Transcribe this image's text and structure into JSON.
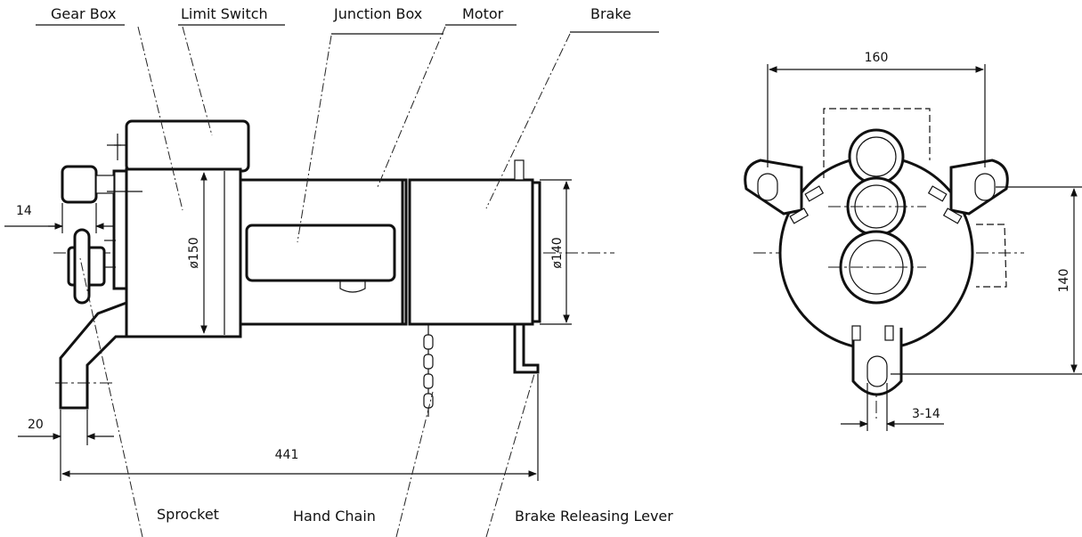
{
  "labels": {
    "gear_box": "Gear Box",
    "limit_switch": "Limit Switch",
    "junction_box": "Junction Box",
    "motor": "Motor",
    "brake": "Brake",
    "sprocket": "Sprocket",
    "hand_chain": "Hand Chain",
    "brake_releasing_lever": "Brake Releasing Lever"
  },
  "dimensions": {
    "d150": "ø150",
    "d140": "ø140",
    "d14": "14",
    "d20": "20",
    "d441": "441",
    "d160": "160",
    "d140_vertical": "140",
    "holes": "3-14"
  }
}
